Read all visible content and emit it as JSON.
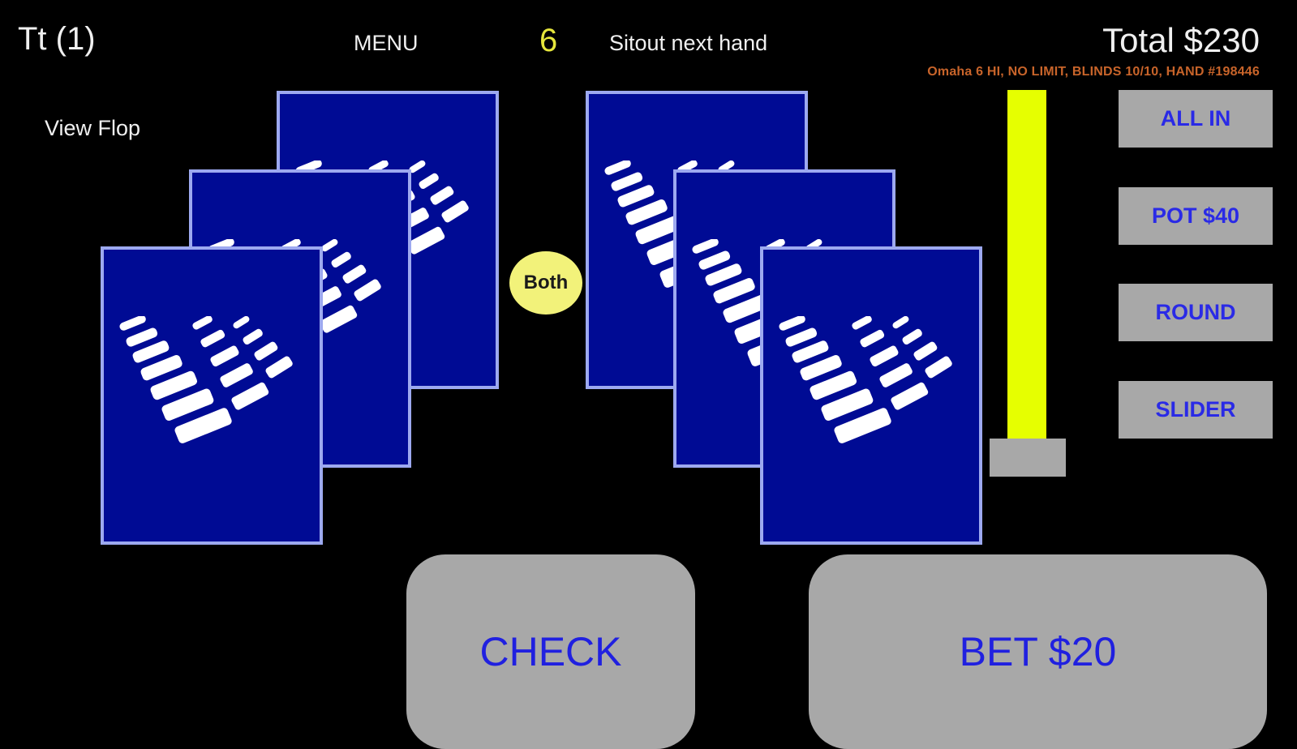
{
  "header": {
    "player_name": "Tt (1)",
    "menu_label": "MENU",
    "seat_count": "6",
    "sitout_label": "Sitout next hand",
    "total": "Total $230",
    "game_info": "Omaha 6 HI, NO LIMIT, BLINDS 10/10, HAND #198446"
  },
  "view_flop_label": "View Flop",
  "both_label": "Both",
  "side_buttons": {
    "all_in": "ALL IN",
    "pot": "POT $40",
    "round": "ROUND",
    "slider": "SLIDER"
  },
  "bet_slider": {
    "level": 0
  },
  "actions": {
    "check": "CHECK",
    "bet": "BET $20"
  },
  "colors": {
    "card_back": "#000b94",
    "card_border": "#9da9f0",
    "slider": "#e6ff00",
    "button_bg": "#a8a8a8",
    "button_text": "#2020e0",
    "info_text": "#c8642a",
    "seat_count": "#e6e63c"
  },
  "hands": [
    {
      "name": "left-hand",
      "cards": 3,
      "face": "down"
    },
    {
      "name": "right-hand",
      "cards": 3,
      "face": "down"
    }
  ]
}
